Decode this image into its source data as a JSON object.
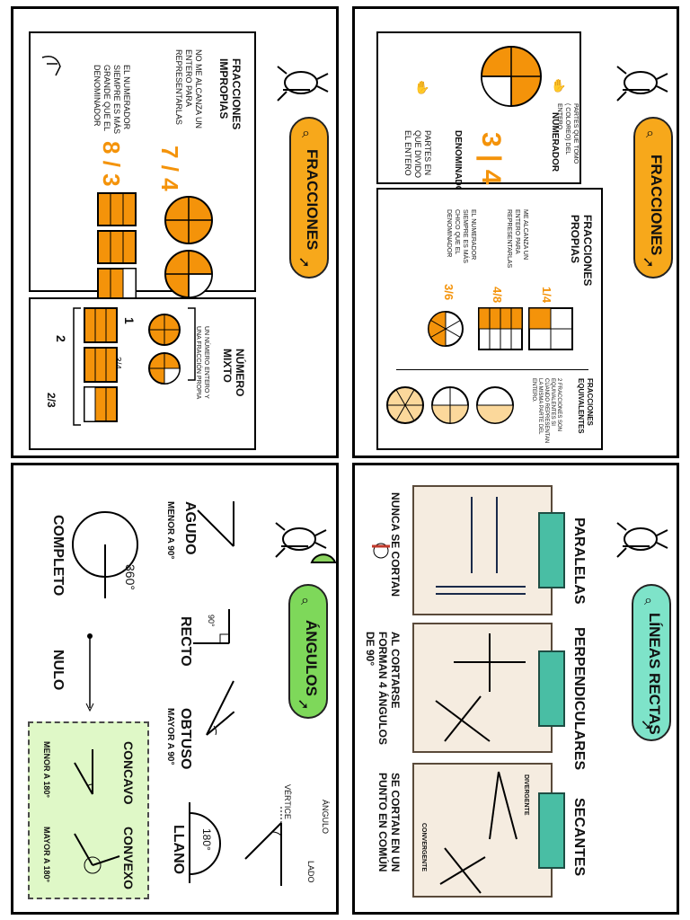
{
  "fracciones": {
    "title": "FRACCIONES",
    "fraction_num": "3",
    "fraction_den": "4",
    "num_label": "NUMERADOR",
    "num_desc": "PARTES QUE TOMO ( COLOREO) DEL ENTERO",
    "den_label": "DENOMINADOR",
    "den_desc": "PARTES EN QUE DIVIDO EL ENTERO",
    "propias_title": "FRACCIONES PROPIAS",
    "propias_desc": "ME ALCANZA UN ENTERO PARA REPRESENTARLAS",
    "propias_rule": "EL NUMERADOR SIEMPRE ES MÁS CHICO QUE EL DENOMINADOR",
    "propias_fracs": [
      {
        "num": "1",
        "den": "4"
      },
      {
        "num": "4",
        "den": "8"
      },
      {
        "num": "3",
        "den": "6"
      }
    ],
    "equiv_title": "FRACCIONES EQUIVALENTES",
    "equiv_desc": "2 FRACCIONES SON EQUIVALENTES SI CUANDO REPRESENTAN LA MISMA PARTE DEL ENTERO."
  },
  "impropias": {
    "title": "FRACCIONES",
    "section_title": "FRACCIONES IMPROPIAS",
    "desc": "NO ME ALCANZA UN ENTERO PARA REPRESENTARLAS",
    "rule": "EL NUMERADOR SIEMPRE ES MÁS GRANDE QUE EL DENOMINADOR",
    "frac1": {
      "num": "7",
      "den": "4"
    },
    "frac2": {
      "num": "8",
      "den": "3"
    },
    "mixto_title": "NÚMERO MIXTO",
    "mixto_desc": "UN NÚMERO ENTERO Y UNA FRACCIÓN PROPIA",
    "mixto1": {
      "whole": "1",
      "num": "3",
      "den": "4"
    },
    "mixto2": {
      "whole": "2",
      "num": "2",
      "den": "3"
    }
  },
  "lineas": {
    "title": "LÍNEAS RECTAS",
    "paralelas": "PARALELAS",
    "paralelas_desc": "NUNCA SE CORTAN",
    "perpendiculares": "PERPENDICULARES",
    "perp_desc": "AL CORTARSE FORMAN 4 ÁNGULOS DE 90°",
    "secantes": "SECANTES",
    "sec_desc": "SE CORTAN EN UN PUNTO EN COMÚN",
    "divergente": "DIVERGENTE",
    "convergente": "CONVERGENTE"
  },
  "angulos": {
    "title": "ÁNGULOS",
    "agudo": "AGUDO",
    "agudo_desc": "MENOR A 90°",
    "recto": "RECTO",
    "recto_deg": "90°",
    "obtuso": "OBTUSO",
    "obtuso_desc": "MAYOR A 90°",
    "llano": "LLANO",
    "llano_deg": "180°",
    "completo": "COMPLETO",
    "completo_deg": "360°",
    "nulo": "NULO",
    "vertice": "VÉRTICE",
    "angulo": "ÁNGULO",
    "lado": "LADO",
    "concavo": "CONCAVO",
    "concavo_desc": "MENOR A 180°",
    "convexo": "CONVEXO",
    "convexo_desc": "MAYOR A 180°"
  },
  "colors": {
    "orange": "#f4930a",
    "yellow_pill": "#f7a81b",
    "teal_pill": "#7ee3c9",
    "green_pill": "#7ed85a",
    "teal_tab": "#49bea4",
    "beige": "#f5ece0"
  }
}
